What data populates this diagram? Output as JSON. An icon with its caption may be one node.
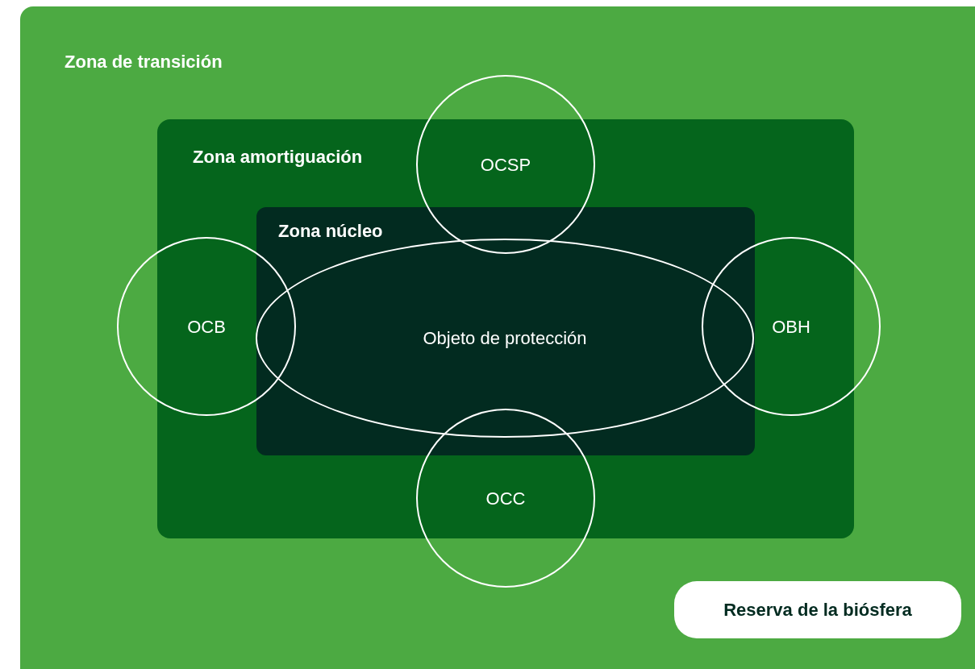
{
  "diagram": {
    "nodes": [
      {
        "text": [
          "Zona de transición"
        ]
      },
      {
        "text": [
          "Zona amortiguación"
        ],
        "in": 0
      },
      {
        "text": [
          "Zona núcleo"
        ],
        "in": 1
      },
      {
        "text": [
          "Objeto de protección"
        ],
        "in": 2
      },
      {
        "text": [
          "OCSP"
        ],
        "in": 0
      },
      {
        "text": [
          "OCB"
        ],
        "in": 0
      },
      {
        "text": [
          "OBH"
        ],
        "in": 0
      },
      {
        "text": [
          "OCC"
        ],
        "in": 0
      },
      {
        "text": [
          "Reserva de la biósfera"
        ],
        "in": 0
      }
    ]
  }
}
